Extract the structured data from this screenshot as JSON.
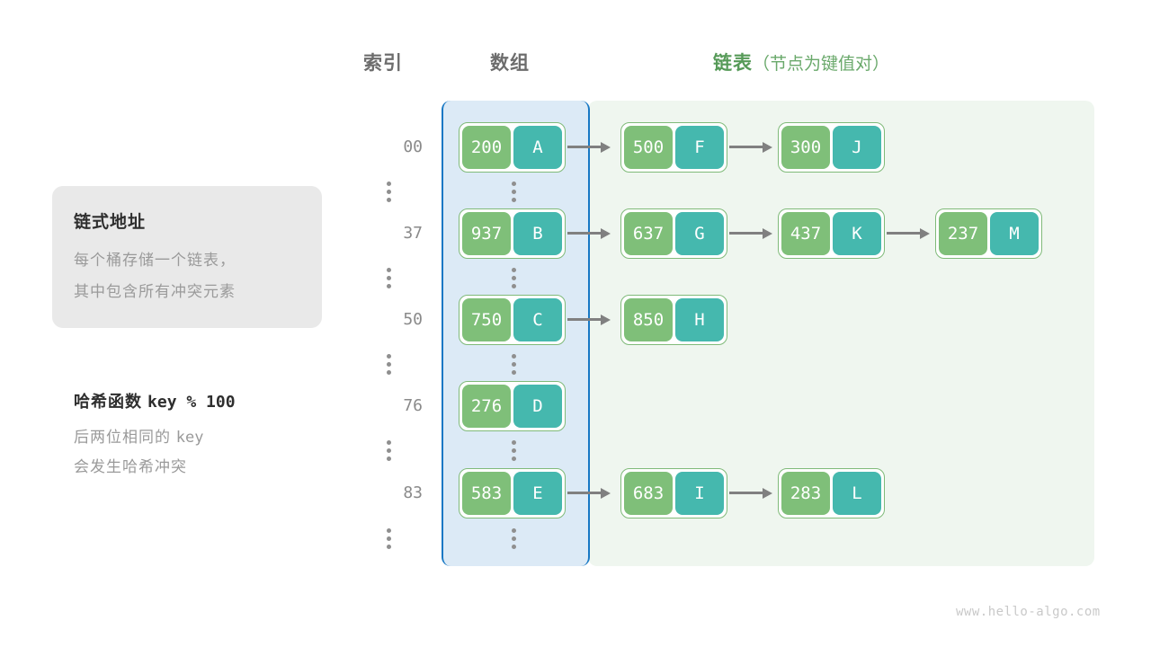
{
  "headers": {
    "index": "索引",
    "array": "数组",
    "list_main": "链表",
    "list_sub": "（节点为键值对）"
  },
  "info_card": {
    "title": "链式地址",
    "line1": "每个桶存储一个链表，",
    "line2": "其中包含所有冲突元素"
  },
  "hash_note": {
    "title_cn": "哈希函数",
    "title_code": "key % 100",
    "line1_cn": "后两位相同的",
    "line1_code": "key",
    "line2": "会发生哈希冲突"
  },
  "rows": [
    {
      "index": "00",
      "bucket": {
        "key": "200",
        "value": "A"
      },
      "chain": [
        {
          "key": "500",
          "value": "F"
        },
        {
          "key": "300",
          "value": "J"
        }
      ]
    },
    {
      "index": "37",
      "bucket": {
        "key": "937",
        "value": "B"
      },
      "chain": [
        {
          "key": "637",
          "value": "G"
        },
        {
          "key": "437",
          "value": "K"
        },
        {
          "key": "237",
          "value": "M"
        }
      ]
    },
    {
      "index": "50",
      "bucket": {
        "key": "750",
        "value": "C"
      },
      "chain": [
        {
          "key": "850",
          "value": "H"
        }
      ]
    },
    {
      "index": "76",
      "bucket": {
        "key": "276",
        "value": "D"
      },
      "chain": []
    },
    {
      "index": "83",
      "bucket": {
        "key": "583",
        "value": "E"
      },
      "chain": [
        {
          "key": "683",
          "value": "I"
        },
        {
          "key": "283",
          "value": "L"
        }
      ]
    }
  ],
  "ellipsis_count": 6,
  "footer": "www.hello-algo.com",
  "colors": {
    "key_box": "#7fbf79",
    "value_box": "#45b8ae",
    "node_border": "#7fba79",
    "array_region_bg": "#dceaf6",
    "array_region_border": "#1878c4",
    "list_region_bg": "#eff6ef",
    "header_text": "#6d6d6d",
    "header_list_text": "#569a58",
    "arrow": "#808080"
  }
}
